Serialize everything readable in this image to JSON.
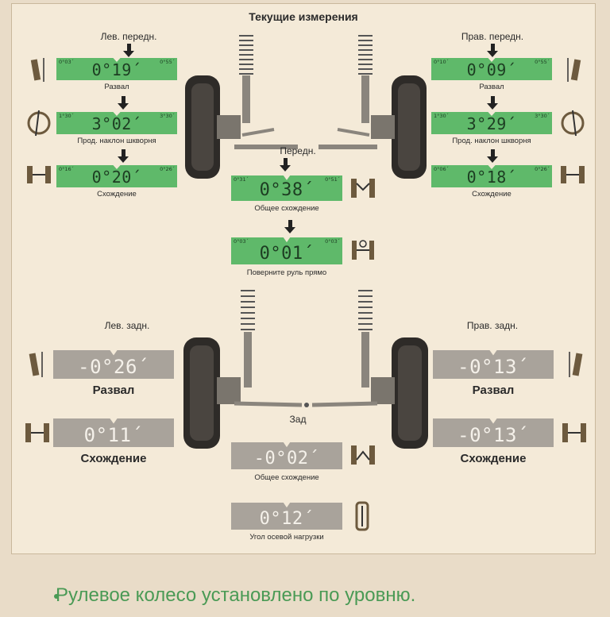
{
  "title": "Текущие измерения",
  "front": {
    "left_heading": "Лев. передн.",
    "right_heading": "Прав. передн.",
    "center_heading": "Передн.",
    "left": [
      {
        "value": "0°19´",
        "label": "Развал",
        "lim_l": "0°03´",
        "lim_r": "0°55´"
      },
      {
        "value": "3°02´",
        "label": "Прод. наклон шкворня",
        "lim_l": "1°30´",
        "lim_r": "3°30´"
      },
      {
        "value": "0°20´",
        "label": "Схождение",
        "lim_l": "0°16´",
        "lim_r": "0°26´"
      }
    ],
    "right": [
      {
        "value": "0°09´",
        "label": "Развал",
        "lim_l": "0°10´",
        "lim_r": "0°55´"
      },
      {
        "value": "3°29´",
        "label": "Прод. наклон шкворня",
        "lim_l": "1°30´",
        "lim_r": "3°30´"
      },
      {
        "value": "0°18´",
        "label": "Схождение",
        "lim_l": "0°06´",
        "lim_r": "0°26´"
      }
    ],
    "total_toe": {
      "value": "0°38´",
      "label": "Общее схождение",
      "lim_l": "0°31´",
      "lim_r": "0°51´"
    },
    "steering": {
      "value": "0°01´",
      "label": "Поверните руль прямо",
      "lim_l": "0°03´",
      "lim_r": "0°03´"
    }
  },
  "rear": {
    "left_heading": "Лев. задн.",
    "right_heading": "Прав. задн.",
    "center_heading": "Зад",
    "left": [
      {
        "value": "-0°26´",
        "label": "Развал"
      },
      {
        "value": "0°11´",
        "label": "Схождение"
      }
    ],
    "right": [
      {
        "value": "-0°13´",
        "label": "Развал"
      },
      {
        "value": "-0°13´",
        "label": "Схождение"
      }
    ],
    "total_toe": {
      "value": "-0°02´",
      "label": "Общее схождение"
    },
    "thrust": {
      "value": "0°12´",
      "label": "Угол осевой нагрузки"
    }
  },
  "footer": "Рулевое колесо установлено по уровню."
}
